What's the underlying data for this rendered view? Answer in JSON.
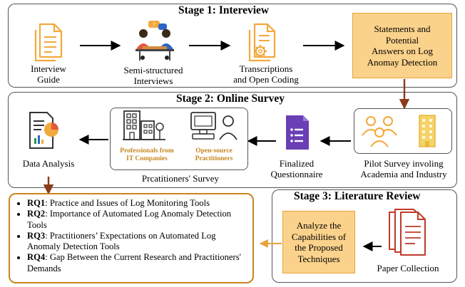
{
  "stage1": {
    "title": "Stage 1: Intereview",
    "interview_guide": "Interview\nGuide",
    "semi_structured": "Semi-structured\nInterviews",
    "transcriptions": "Transcriptions\nand Open Coding",
    "statements_box": "Statements and\nPotential\nAnswers on Log\nAnomay Detection"
  },
  "stage2": {
    "title": "Stage 2: Online Survey",
    "data_analysis": "Data Analysis",
    "professionals": "Professionals from\nIT Companies",
    "open_source": "Open-source\nPractitioners",
    "practitioners_survey": "Prcatitioners' Survey",
    "finalized": "Finalized\nQuestionnaire",
    "pilot": "Pilot Survey involing\nAcademia and Industry"
  },
  "stage3": {
    "title": "Stage 3: Literature Review",
    "analyze_box": "Analyze the\nCapabilities of\nthe Proposed\nTechniques",
    "paper_collection": "Paper Collection"
  },
  "rqs": [
    {
      "key": "RQ1",
      "text": ": Practice and Issues of Log Monitoring Tools"
    },
    {
      "key": "RQ2",
      "text": ":  Importance of Automated Log Anomaly Detection Tools"
    },
    {
      "key": "RQ3",
      "text": ": Practitioners’ Expectations on Automated Log Anomaly Detection Tools"
    },
    {
      "key": "RQ4",
      "text": ": Gap Between the Current Research and Practitioners' Demands"
    }
  ],
  "colors": {
    "accent": "#f2a93b",
    "accent_dark": "#c8861d",
    "box_fill": "#fbd28b",
    "arrow_brown": "#8b3a1a",
    "form_purple": "#6a3fb5"
  }
}
